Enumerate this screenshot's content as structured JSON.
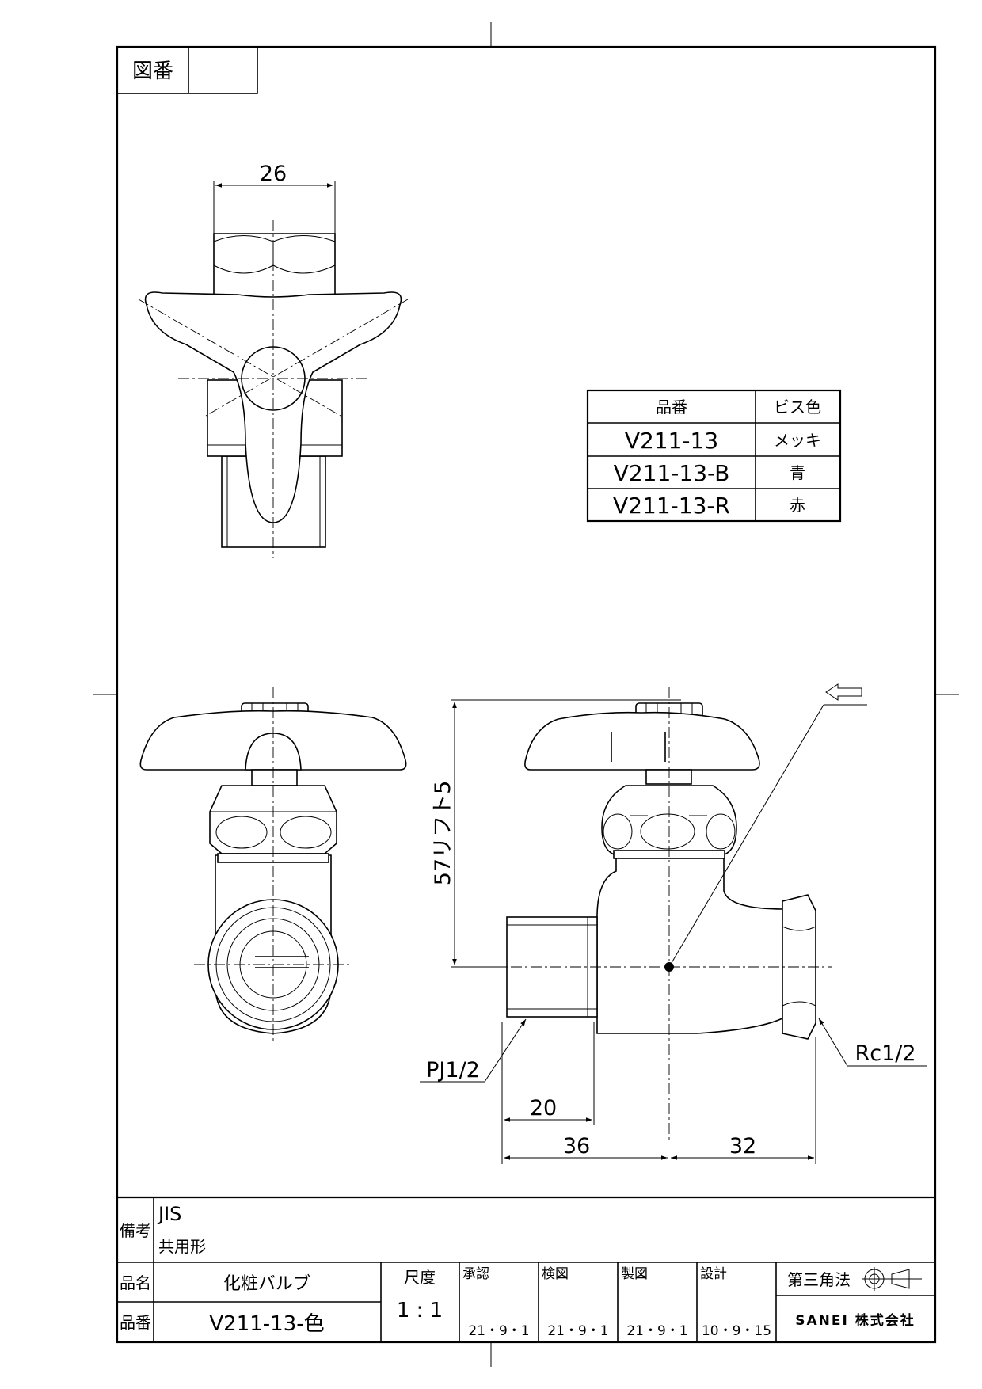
{
  "drawing_number_label": "図番",
  "drawing_number_value": "",
  "dimensions": {
    "top_width": "26",
    "height_lift": "57リフト5",
    "outlet_thread": "PJ1/2",
    "inlet_thread": "Rc1/2",
    "thread_length": "20",
    "left_length": "36",
    "right_length": "32"
  },
  "variant_table": {
    "headers": [
      "品番",
      "ビス色"
    ],
    "rows": [
      {
        "part": "V211-13",
        "color": "メッキ"
      },
      {
        "part": "V211-13-B",
        "color": "青"
      },
      {
        "part": "V211-13-R",
        "color": "赤"
      }
    ]
  },
  "title_block": {
    "remarks_label": "備考",
    "remarks_line1": "JIS",
    "remarks_line2": "共用形",
    "name_label": "品名",
    "name_value": "化粧バルブ",
    "number_label": "品番",
    "number_value": "V211-13-色",
    "scale_label": "尺度",
    "scale_value": "1 : 1",
    "approved_label": "承認",
    "approved_date": "21・9・1",
    "checked_label": "検図",
    "checked_date": "21・9・1",
    "drawn_label": "製図",
    "drawn_date": "21・9・1",
    "designed_label": "設計",
    "designed_date": "10・9・15",
    "projection_label": "第三角法",
    "company": "SANEI 株式会社"
  }
}
